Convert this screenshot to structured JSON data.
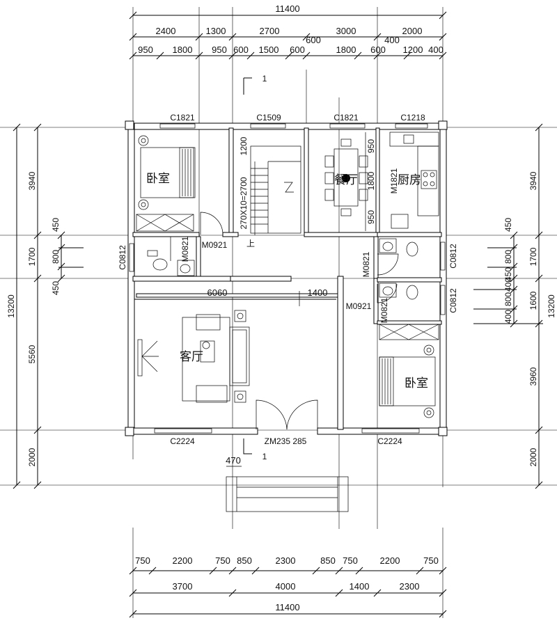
{
  "dimensions": {
    "top_total": "11400",
    "top_row2": [
      "2400",
      "1300",
      "2700",
      "3000",
      "2000"
    ],
    "top_row3": [
      "950",
      "1800",
      "950",
      "600",
      "1500",
      "600",
      "1800",
      "600",
      "1200",
      "400"
    ],
    "top_small": [
      "600",
      "400"
    ],
    "bottom_row1": [
      "750",
      "2200",
      "750",
      "850",
      "2300",
      "850",
      "750",
      "2200",
      "750"
    ],
    "bottom_row2": [
      "3700",
      "4000",
      "1400",
      "2300"
    ],
    "bottom_total": "11400",
    "left_outer": [
      "3940",
      "5560",
      "2000"
    ],
    "left_total": "13200",
    "left_inner": [
      "450",
      "800",
      "450"
    ],
    "left_mid": "1700",
    "right_outer": [
      "3940",
      "3960",
      "2000"
    ],
    "right_total": "13200",
    "right_inner": [
      "450",
      "800",
      "450",
      "400",
      "800",
      "400"
    ],
    "right_mid": [
      "1700",
      "1600"
    ],
    "interior": [
      "6060",
      "1400",
      "470"
    ],
    "stair_dims": [
      "1200",
      "270X10=2700"
    ],
    "dining_dims": [
      "950",
      "1800",
      "950"
    ]
  },
  "openings": {
    "windows": [
      "C1821",
      "C1509",
      "C1821",
      "C1218",
      "C0812",
      "C0812",
      "C0812",
      "C2224",
      "C2224"
    ],
    "doors": [
      "M0921",
      "M0821",
      "M0921",
      "M0821",
      "M0821",
      "M1821",
      "ZM235 285"
    ]
  },
  "rooms": {
    "bedroom_1": "卧室",
    "bedroom_2": "卧室",
    "living": "客厅",
    "dining": "餐厅",
    "kitchen": "厨房"
  },
  "section_marks": [
    "1",
    "1"
  ],
  "stair_label": "上"
}
